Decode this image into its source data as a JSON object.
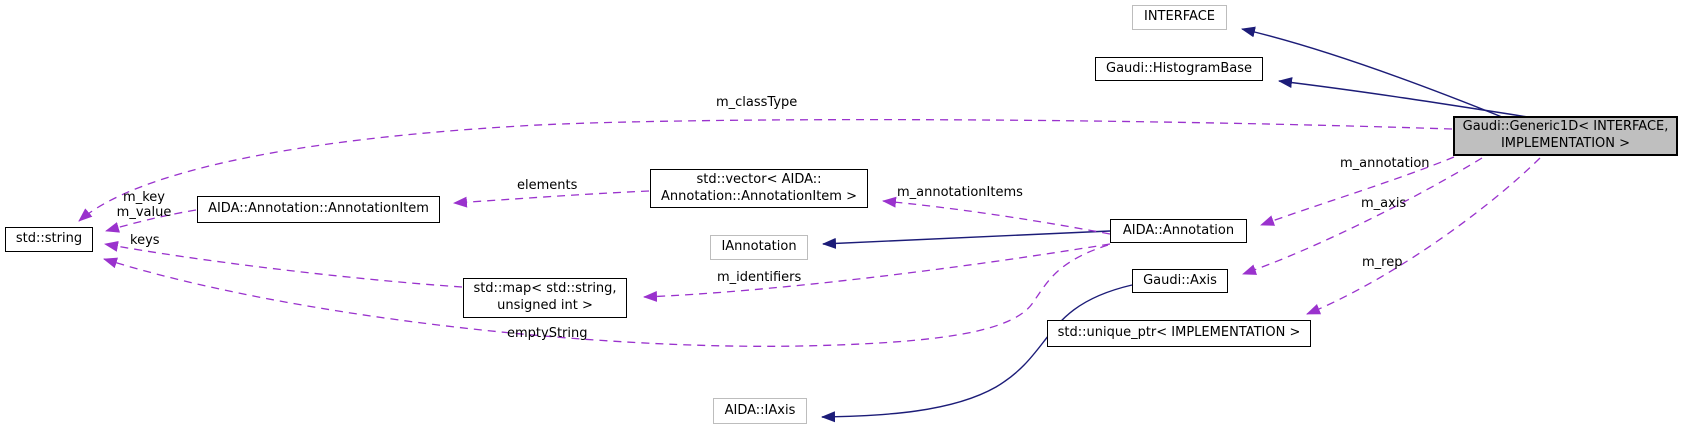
{
  "diagram": {
    "title": "Gaudi::Generic1D collaboration graph",
    "colors": {
      "inheritance_edge": "#1c1c78",
      "usage_edge": "#9a32cd",
      "focal_node_fill": "#bfbfbf",
      "node_border": "#000000",
      "external_node_border": "#bdbdbd",
      "background": "#ffffff"
    },
    "nodes": {
      "interface": {
        "label": "INTERFACE"
      },
      "histogram_base": {
        "label": "Gaudi::HistogramBase"
      },
      "generic1d": {
        "label": "Gaudi::Generic1D< INTERFACE,\nIMPLEMENTATION >"
      },
      "std_string": {
        "label": "std::string"
      },
      "annotation_item": {
        "label": "AIDA::Annotation::AnnotationItem"
      },
      "std_vector": {
        "label": "std::vector< AIDA::\nAnnotation::AnnotationItem >"
      },
      "iannotation": {
        "label": "IAnnotation"
      },
      "aida_annotation": {
        "label": "AIDA::Annotation"
      },
      "gaudi_axis": {
        "label": "Gaudi::Axis"
      },
      "std_map": {
        "label": "std::map< std::string,\nunsigned int >"
      },
      "unique_ptr": {
        "label": "std::unique_ptr< IMPLEMENTATION >"
      },
      "aida_iaxis": {
        "label": "AIDA::IAxis"
      }
    },
    "edge_labels": {
      "m_classType": "m_classType",
      "elements": "elements",
      "m_annotationItems": "m_annotationItems",
      "m_key_m_value": "m_key\nm_value",
      "keys": "keys",
      "m_identifiers": "m_identifiers",
      "emptyString": "emptyString",
      "m_annotation": "m_annotation",
      "m_axis": "m_axis",
      "m_rep": "m_rep"
    }
  }
}
